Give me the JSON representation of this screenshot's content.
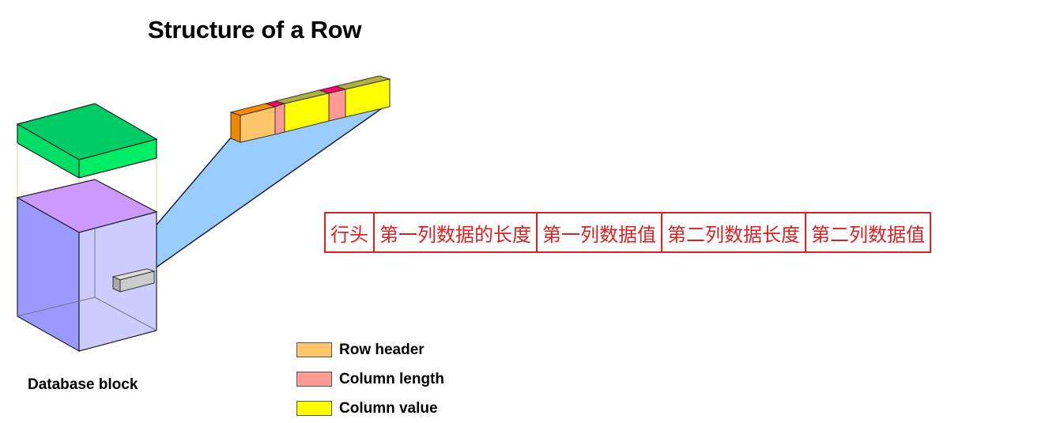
{
  "title": "Structure of a Row",
  "block_label": "Database block",
  "row_segments": [
    {
      "label": "行头"
    },
    {
      "label": "第一列数据的长度"
    },
    {
      "label": "第一列数据值"
    },
    {
      "label": "第二列数据长度"
    },
    {
      "label": "第二列数据值"
    }
  ],
  "legend": [
    {
      "label": "Row header",
      "color": "#ffc56a"
    },
    {
      "label": "Column length",
      "color": "#ff9a96"
    },
    {
      "label": "Column value",
      "color": "#ffff00"
    }
  ],
  "colors": {
    "block_top": "#00cc66",
    "block_body": "#aaaaff",
    "projection": "#99ccff",
    "row_header_top": "#ff8c00",
    "column_length_top": "#ff0066",
    "column_value_top": "#b0b040",
    "annotation": "#e02020"
  }
}
